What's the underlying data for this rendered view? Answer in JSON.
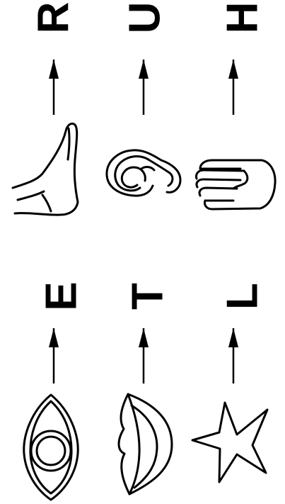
{
  "rows": [
    {
      "items": [
        {
          "letter": "R",
          "icon": "foot-icon"
        },
        {
          "letter": "U",
          "icon": "ear-icon"
        },
        {
          "letter": "H",
          "icon": "hand-icon"
        }
      ]
    },
    {
      "items": [
        {
          "letter": "E",
          "icon": "eye-icon"
        },
        {
          "letter": "T",
          "icon": "lips-icon"
        },
        {
          "letter": "L",
          "icon": "star-icon"
        }
      ]
    }
  ],
  "colors": {
    "ink": "#000000",
    "background": "#ffffff"
  }
}
